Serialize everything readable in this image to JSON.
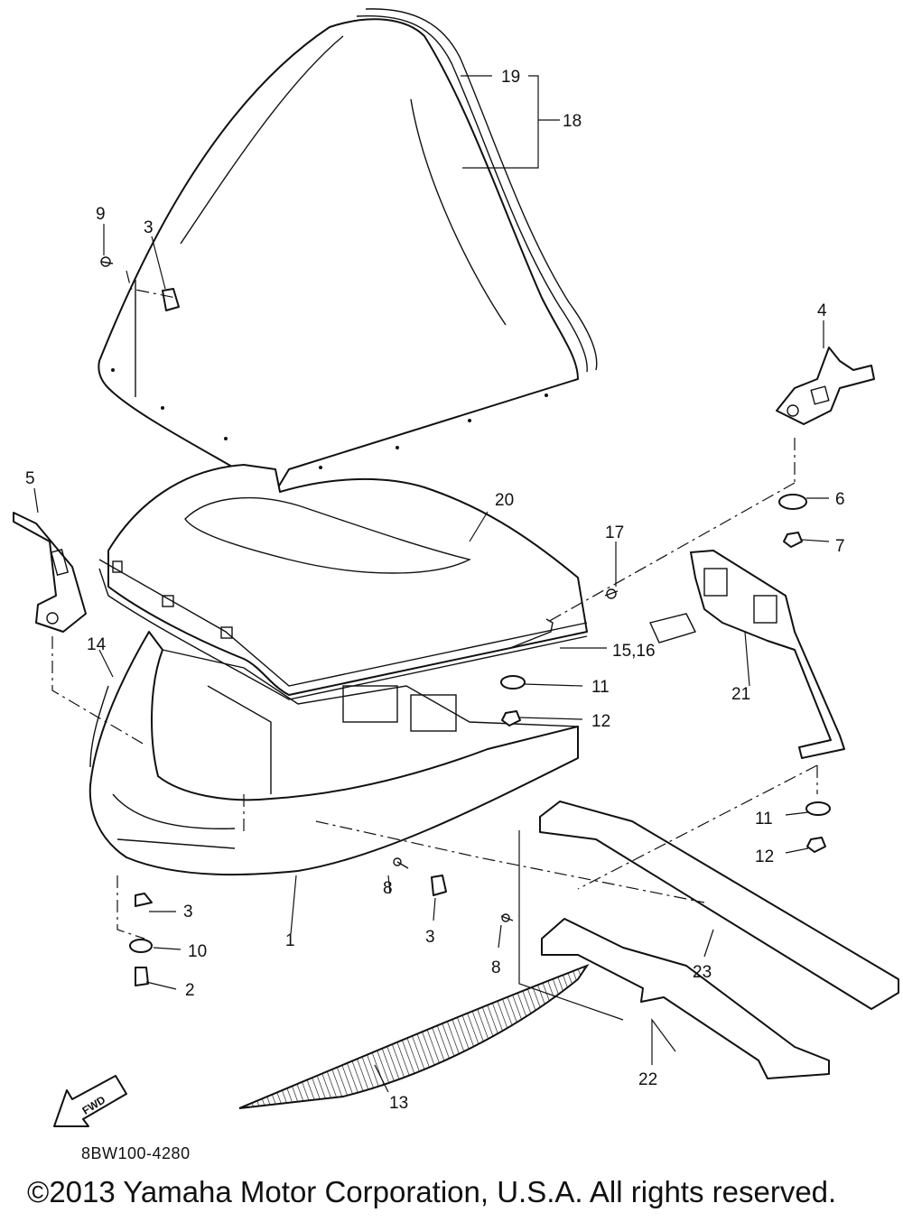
{
  "diagram_code": "8BW100-4280",
  "copyright": "©2013 Yamaha Motor Corporation, U.S.A. All rights reserved.",
  "fwd_arrow_label": "FWD",
  "callouts": {
    "c1": "1",
    "c2": "2",
    "c3a": "3",
    "c3b": "3",
    "c3c": "3",
    "c4": "4",
    "c5": "5",
    "c6": "6",
    "c7": "7",
    "c8a": "8",
    "c8b": "8",
    "c9": "9",
    "c10": "10",
    "c11a": "11",
    "c11b": "11",
    "c12a": "12",
    "c12b": "12",
    "c13": "13",
    "c14": "14",
    "c15_16": "15,16",
    "c17": "17",
    "c18": "18",
    "c19": "19",
    "c20": "20",
    "c21": "21",
    "c22": "22",
    "c23": "23"
  }
}
